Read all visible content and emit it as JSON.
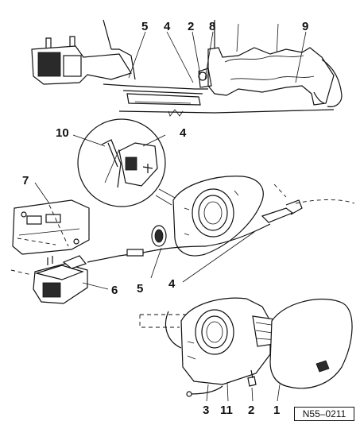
{
  "diagram": {
    "reference_code": "N55–0211",
    "callouts": {
      "top": [
        "5",
        "4",
        "2",
        "8",
        "9"
      ],
      "middle": [
        "10",
        "4",
        "7",
        "6",
        "5",
        "4"
      ],
      "bottom": [
        "3",
        "11",
        "2",
        "1"
      ]
    }
  }
}
